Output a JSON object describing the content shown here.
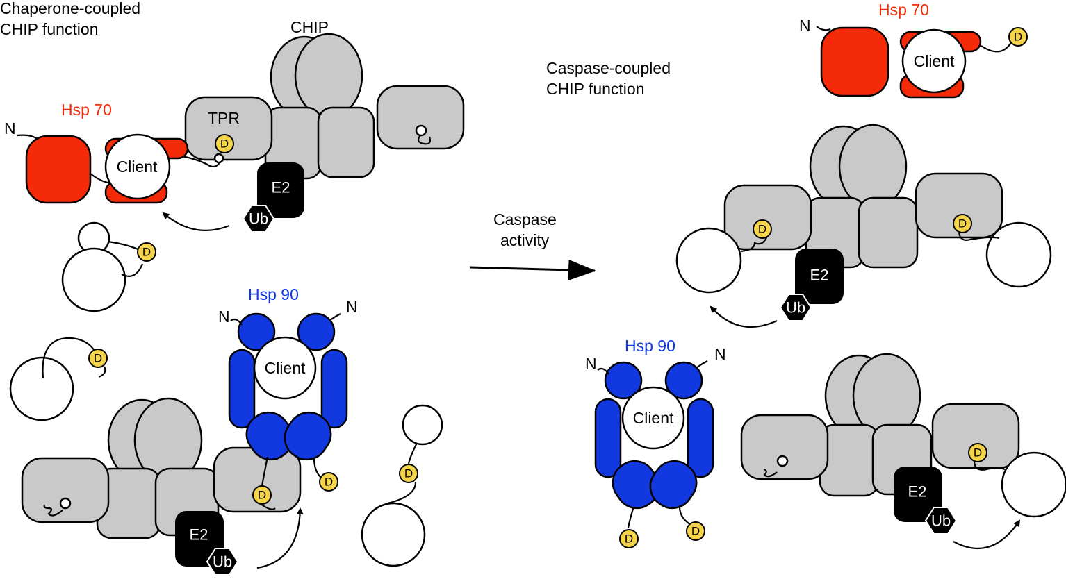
{
  "colors": {
    "hsp70": "#f42a08",
    "hsp90": "#1238e0",
    "chip_gray": "#c9c9c9",
    "degron_yellow": "#f5d44a",
    "e2_black": "#000000"
  },
  "labels": {
    "left_title_line1": "Chaperone-coupled",
    "left_title_line2": "CHIP function",
    "right_title_line1": "Caspase-coupled",
    "right_title_line2": "CHIP function",
    "arrow_line1": "Caspase",
    "arrow_line2": "activity",
    "chip": "CHIP",
    "tpr": "TPR",
    "hsp70": "Hsp 70",
    "hsp90": "Hsp 90",
    "client": "Client",
    "e2": "E2",
    "ub": "Ub",
    "d": "D",
    "n": "N"
  }
}
